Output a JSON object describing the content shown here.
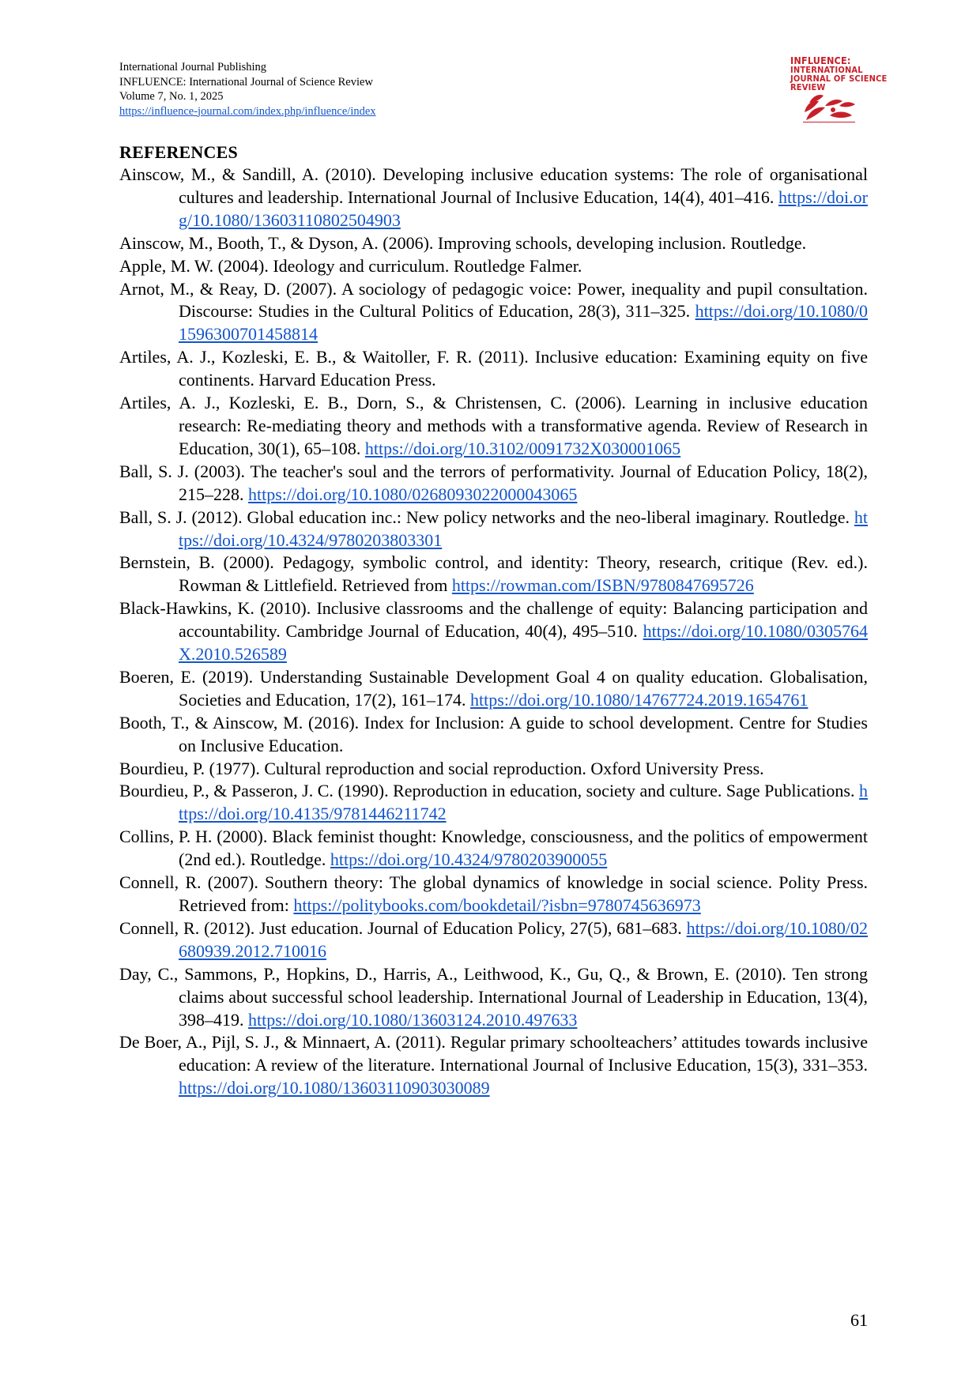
{
  "header": {
    "publisher": "International Journal Publishing",
    "journal": "INFLUENCE: International Journal of Science Review",
    "volume": "Volume 7, No. 1, 2025",
    "url": "https://influence-journal.com/index.php/influence/index"
  },
  "logo": {
    "line1": "INFLUENCE:",
    "line2": "INTERNATIONAL",
    "line3": "JOURNAL OF SCIENCE",
    "line4": "REVIEW",
    "color": "#c8202a"
  },
  "section_title": "REFERENCES",
  "references": [
    {
      "text": "Ainscow, M., & Sandill, A. (2010). Developing inclusive education systems: The role of organisational cultures and leadership. International Journal of Inclusive Education, 14(4), 401–416. ",
      "link": "https://doi.org/10.1080/13603110802504903"
    },
    {
      "text": "Ainscow, M., Booth, T., & Dyson, A. (2006). Improving schools, developing inclusion. Routledge.",
      "link": ""
    },
    {
      "text": "Apple, M. W. (2004). Ideology and curriculum. Routledge Falmer.",
      "link": ""
    },
    {
      "text": "Arnot, M., & Reay, D. (2007). A sociology of pedagogic voice: Power, inequality and pupil consultation. Discourse: Studies in the Cultural Politics of Education, 28(3), 311–325. ",
      "link": "https://doi.org/10.1080/01596300701458814"
    },
    {
      "text": "Artiles, A. J., Kozleski, E. B., & Waitoller, F. R. (2011). Inclusive education: Examining equity on five continents. Harvard Education Press.",
      "link": ""
    },
    {
      "text": "Artiles, A. J., Kozleski, E. B., Dorn, S., & Christensen, C. (2006). Learning in inclusive education research: Re-mediating theory and methods with a transformative agenda. Review of Research in Education, 30(1), 65–108. ",
      "link": "https://doi.org/10.3102/0091732X030001065"
    },
    {
      "text": "Ball, S. J. (2003). The teacher's soul and the terrors of performativity. Journal of Education Policy, 18(2), 215–228. ",
      "link": "https://doi.org/10.1080/0268093022000043065"
    },
    {
      "text": "Ball, S. J. (2012). Global education inc.: New policy networks and the neo-liberal imaginary. Routledge. ",
      "link": "https://doi.org/10.4324/9780203803301"
    },
    {
      "text": "Bernstein, B. (2000). Pedagogy, symbolic control, and identity: Theory, research, critique (Rev. ed.). Rowman & Littlefield. Retrieved from ",
      "link": "https://rowman.com/ISBN/9780847695726"
    },
    {
      "text": "Black-Hawkins, K. (2010). Inclusive classrooms and the challenge of equity: Balancing participation and accountability. Cambridge Journal of Education, 40(4), 495–510. ",
      "link": "https://doi.org/10.1080/0305764X.2010.526589"
    },
    {
      "text": "Boeren, E. (2019). Understanding Sustainable Development Goal 4 on quality education. Globalisation, Societies and Education, 17(2), 161–174. ",
      "link": "https://doi.org/10.1080/14767724.2019.1654761"
    },
    {
      "text": "Booth, T., & Ainscow, M. (2016). Index for Inclusion: A guide to school development. Centre for Studies on Inclusive Education.",
      "link": ""
    },
    {
      "text": "Bourdieu, P. (1977). Cultural reproduction and social reproduction. Oxford University Press.",
      "link": ""
    },
    {
      "text": "Bourdieu, P., & Passeron, J. C. (1990). Reproduction in education, society and culture. Sage Publications. ",
      "link": "https://doi.org/10.4135/9781446211742"
    },
    {
      "text": "Collins, P. H. (2000). Black feminist thought: Knowledge, consciousness, and the politics of empowerment (2nd ed.). Routledge. ",
      "link": "https://doi.org/10.4324/9780203900055"
    },
    {
      "text": "Connell, R. (2007). Southern theory: The global dynamics of knowledge in social science. Polity Press. Retrieved from: ",
      "link": "https://politybooks.com/bookdetail/?isbn=9780745636973"
    },
    {
      "text": "Connell, R. (2012). Just education. Journal of Education Policy, 27(5), 681–683. ",
      "link": "https://doi.org/10.1080/02680939.2012.710016"
    },
    {
      "text": "Day, C., Sammons, P., Hopkins, D., Harris, A., Leithwood, K., Gu, Q., & Brown, E. (2010). Ten strong claims about successful school leadership. International Journal of Leadership in Education, 13(4), 398–419. ",
      "link": "https://doi.org/10.1080/13603124.2010.497633"
    },
    {
      "text": "De Boer, A., Pijl, S. J., & Minnaert, A. (2011). Regular primary schoolteachers’ attitudes towards inclusive education: A review of the literature. International Journal of Inclusive Education, 15(3), 331–353. ",
      "link": "https://doi.org/10.1080/13603110903030089"
    }
  ],
  "page_number": "61"
}
